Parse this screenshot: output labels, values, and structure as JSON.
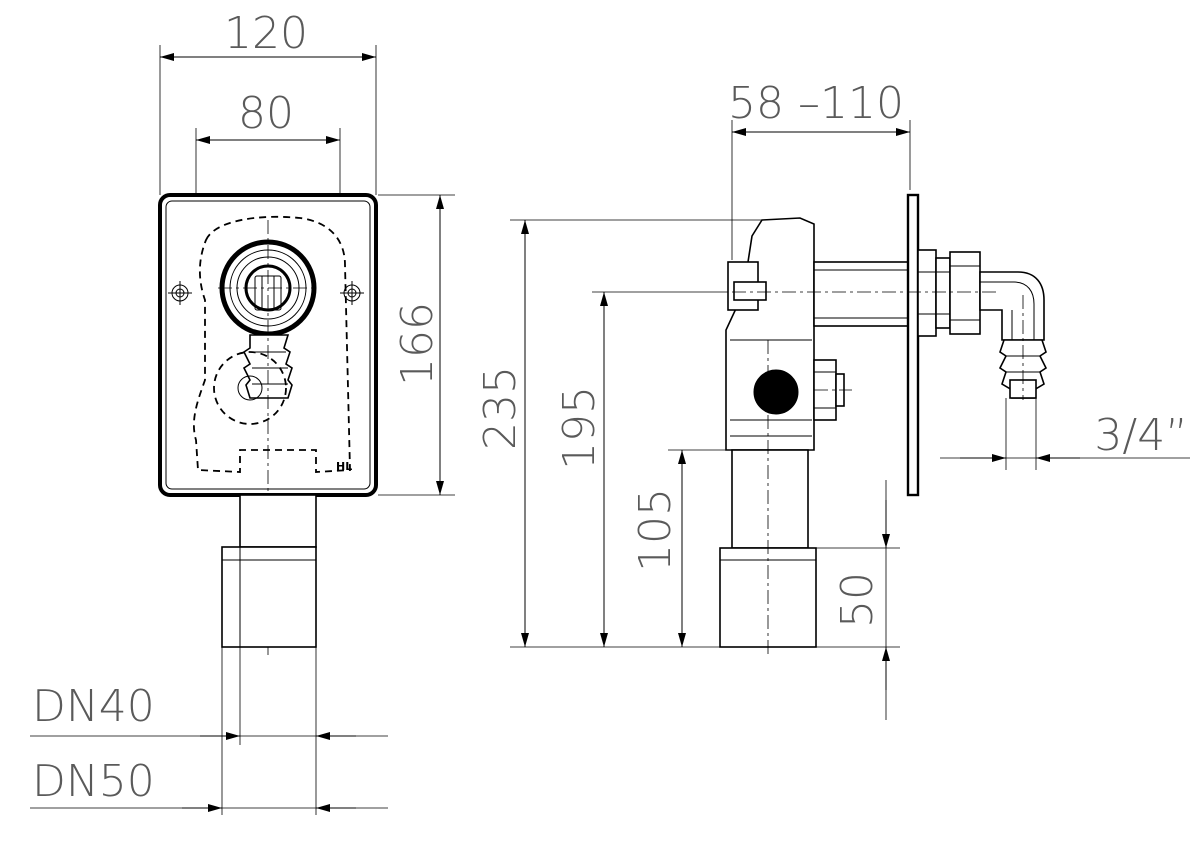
{
  "drawing": {
    "front_view": {
      "dimensions": {
        "width_outer": "120",
        "width_inner": "80",
        "height_plate": "166"
      },
      "brand_mark": "HL",
      "pipe_labels": {
        "dn40": "DN40",
        "dn50": "DN50"
      }
    },
    "side_view": {
      "dimensions": {
        "depth_range": "58 –110",
        "total_height": "235",
        "outlet_height": "195",
        "inlet_height": "105",
        "socket_length": "50",
        "thread_size": "3/4”"
      }
    }
  }
}
